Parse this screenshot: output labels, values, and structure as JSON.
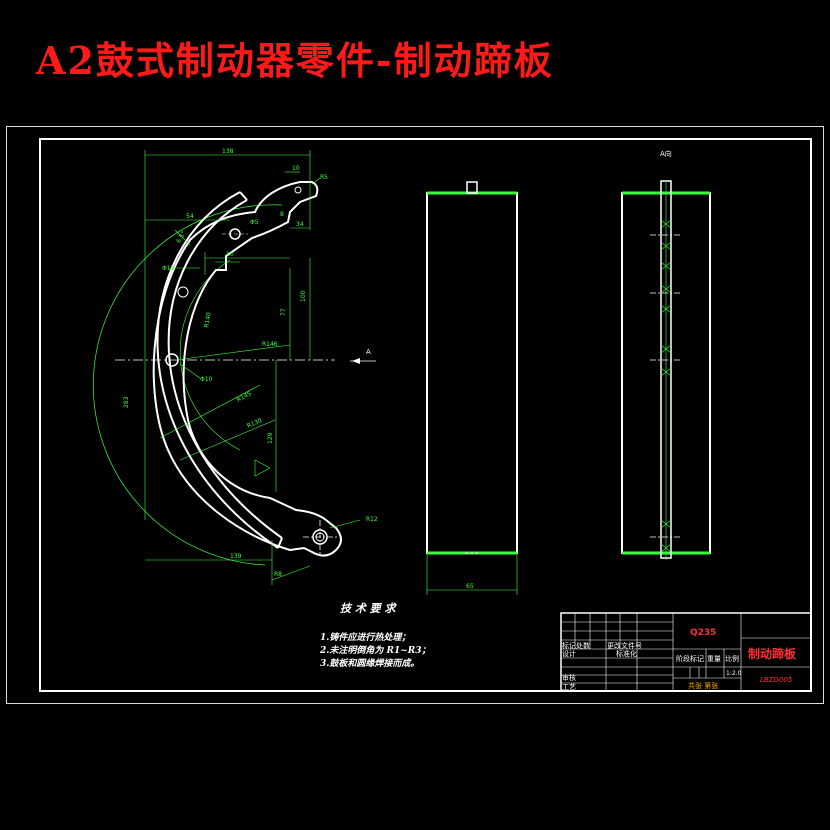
{
  "title": "A2鼓式制动器零件-制动蹄板",
  "view_label": "A向",
  "section_arrow_label": "A",
  "dimensions": {
    "top_width": "138",
    "top_small_a": "10",
    "top_small_b": "R5",
    "left_offset": "54",
    "top_right_8": "8",
    "top_right_34": "34",
    "angle": "6.5°",
    "hole_small": "Φ5",
    "slot_10": "10",
    "v_100": "100",
    "v_77": "77",
    "r146": "R146",
    "r140": "R140",
    "r145": "R145",
    "r130": "R130",
    "hole_10": "Φ10",
    "v_129": "129",
    "left_total": "283",
    "bottom_139": "139",
    "bottom_r8": "R8",
    "r12": "R12",
    "side_width": "65",
    "left_hole_13": "Φ13"
  },
  "tech": {
    "heading": "技 术 要 求",
    "items": [
      "1.铸件应进行热处理；",
      "2.未注明倒角为 R1~R3；",
      "3.鼓板和圆缘焊接而成。"
    ]
  },
  "title_block": {
    "material": "Q235",
    "part_name": "制动蹄板",
    "drawing_no": "LBZD005",
    "scale": "1:2.0",
    "sheets": "共张 第张",
    "cell_mark": "标记处数",
    "cell_file": "更改文件号",
    "cell_design": "设计",
    "cell_std": "标准化",
    "cell_review": "审核",
    "cell_process": "工艺",
    "cell_stage": "阶段标记",
    "cell_weight": "重量",
    "cell_ratio": "比例"
  }
}
